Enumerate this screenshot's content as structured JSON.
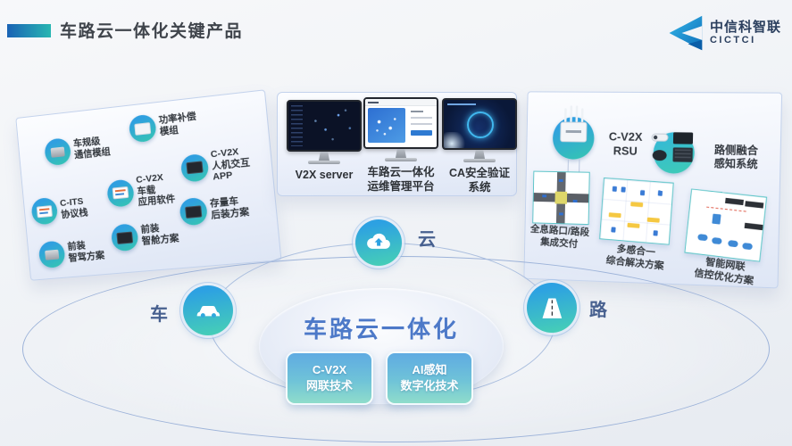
{
  "header": {
    "title": "车路云一体化关键产品",
    "accent_gradient": [
      "#1a63b5",
      "#28b6b2"
    ],
    "logo": {
      "name": "中信科智联",
      "abbr": "CICTCI"
    }
  },
  "vehicle_panel": {
    "items": [
      {
        "icon": "comm-module",
        "label": "车规级\n通信模组"
      },
      {
        "icon": "power-module",
        "label": "功率补偿\n模组"
      },
      {
        "icon": "protocol-stack",
        "label": "C-ITS\n协议栈"
      },
      {
        "icon": "obu-software",
        "label": "C-V2X\n车载\n应用软件"
      },
      {
        "icon": "hmi-app",
        "label": "C-V2X\n人机交互\nAPP"
      },
      {
        "icon": "adas-unit",
        "label": "前装\n智驾方案"
      },
      {
        "icon": "cockpit-unit",
        "label": "前装\n智舱方案"
      },
      {
        "icon": "retrofit-kit",
        "label": "存量车\n后装方案"
      }
    ]
  },
  "cloud_panel": {
    "monitors": [
      {
        "screen": "data-map",
        "label": "V2X server"
      },
      {
        "screen": "login",
        "label": "车路云一体化\n运维管理平台"
      },
      {
        "screen": "secure-car",
        "label": "CA安全验证\n系统"
      }
    ]
  },
  "road_panel": {
    "items": [
      {
        "icon": "rsu-device",
        "label": "C-V2X\nRSU"
      },
      {
        "icon": "roadside-sensors",
        "label": "路侧融合\n感知系统"
      },
      {
        "icon": "intersection-preview",
        "label": "全息路口/路段\n集成交付"
      },
      {
        "icon": "fusion-diagram-preview",
        "label": "多感合一\n综合解决方案"
      },
      {
        "icon": "signal-diagram-preview",
        "label": "智能网联\n信控优化方案"
      }
    ]
  },
  "diagram": {
    "center_title": "车路云一体化",
    "nodes": {
      "cloud": "云",
      "vehicle": "车",
      "road": "路"
    },
    "tech_buttons": [
      {
        "label": "C-V2X\n网联技术"
      },
      {
        "label": "AI感知\n数字化技术"
      }
    ]
  },
  "colors": {
    "badge_gradient": [
      "#2f9fe0",
      "#35c4b4"
    ],
    "core_title_blue": "#4d79c8",
    "button_gradient": [
      "#5fabe2",
      "#8fdccb"
    ],
    "panel_border": "#c3d2ec"
  }
}
